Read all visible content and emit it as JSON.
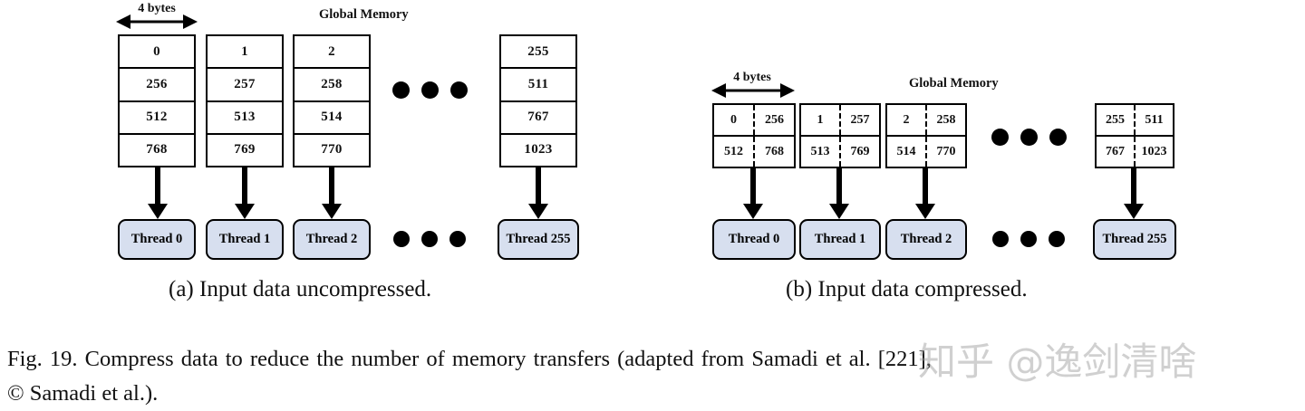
{
  "figure": {
    "caption_line1": "Fig. 19.  Compress  data  to  reduce  the  number  of  memory  transfers  (adapted  from  Samadi  et  al. [221],",
    "caption_line2": "© Samadi et al.)."
  },
  "watermark": {
    "text": "知乎 @逸剑清啥"
  },
  "panel_a": {
    "subcaption": "(a) Input data uncompressed.",
    "memory_title": "Global Memory",
    "measure_label": "4 bytes",
    "ellipsis": "•••",
    "columns": [
      {
        "cells": [
          "0",
          "256",
          "512",
          "768"
        ],
        "thread": "Thread 0"
      },
      {
        "cells": [
          "1",
          "257",
          "513",
          "769"
        ],
        "thread": "Thread 1"
      },
      {
        "cells": [
          "2",
          "258",
          "514",
          "770"
        ],
        "thread": "Thread 2"
      },
      {
        "cells": [
          "255",
          "511",
          "767",
          "1023"
        ],
        "thread": "Thread 255"
      }
    ]
  },
  "panel_b": {
    "subcaption": "(b) Input data compressed.",
    "memory_title": "Global Memory",
    "measure_label": "4 bytes",
    "ellipsis": "•••",
    "columns": [
      {
        "rows": [
          [
            "0",
            "256"
          ],
          [
            "512",
            "768"
          ]
        ],
        "thread": "Thread 0"
      },
      {
        "rows": [
          [
            "1",
            "257"
          ],
          [
            "513",
            "769"
          ]
        ],
        "thread": "Thread 1"
      },
      {
        "rows": [
          [
            "2",
            "258"
          ],
          [
            "514",
            "770"
          ]
        ],
        "thread": "Thread 2"
      },
      {
        "rows": [
          [
            "255",
            "511"
          ],
          [
            "767",
            "1023"
          ]
        ],
        "thread": "Thread 255"
      }
    ]
  },
  "colors": {
    "thread_fill": "#d7dfef",
    "stroke": "#000000",
    "background": "#ffffff"
  }
}
